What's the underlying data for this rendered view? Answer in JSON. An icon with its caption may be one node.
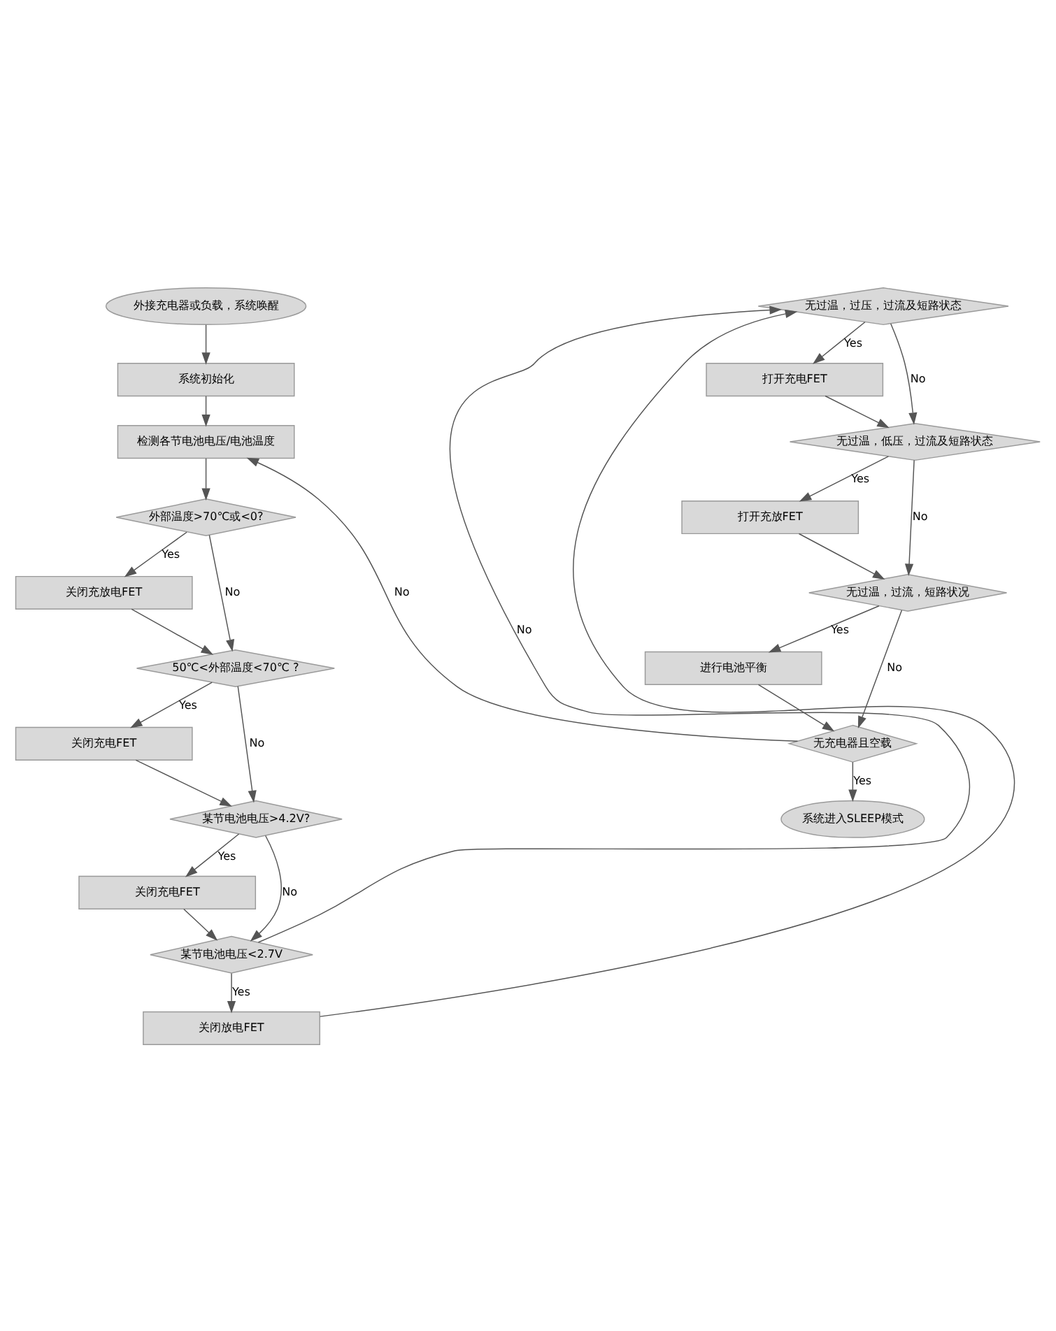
{
  "diagram": {
    "nodes": [
      {
        "text": [
          "外接充电器或负载，系统唤醒"
        ]
      },
      {
        "text": [
          "系统初始化"
        ]
      },
      {
        "text": [
          "检测各节电池电压/电池温度"
        ]
      },
      {
        "text": [
          "外部温度>70℃或<0?"
        ]
      },
      {
        "text": [
          "关闭充放电FET"
        ]
      },
      {
        "text": [
          "50℃<外部温度<70℃ ?"
        ]
      },
      {
        "text": [
          "关闭充电FET"
        ]
      },
      {
        "text": [
          "某节电池电压>4.2V?"
        ]
      },
      {
        "text": [
          "关闭充电FET"
        ]
      },
      {
        "text": [
          "某节电池电压<2.7V"
        ]
      },
      {
        "text": [
          "关闭放电FET"
        ]
      },
      {
        "text": [
          "无过温，过压，过流及短路状态"
        ]
      },
      {
        "text": [
          "打开充电FET"
        ]
      },
      {
        "text": [
          "无过温，低压，过流及短路状态"
        ]
      },
      {
        "text": [
          "打开充放FET"
        ]
      },
      {
        "text": [
          "无过温，过流，短路状况"
        ]
      },
      {
        "text": [
          "进行电池平衡"
        ]
      },
      {
        "text": [
          "无充电器且空载"
        ]
      },
      {
        "text": [
          "系统进入SLEEP模式"
        ]
      }
    ],
    "edges": [
      {
        "from": 0,
        "to": 1,
        "arrow": "to"
      },
      {
        "from": 1,
        "to": 2,
        "arrow": "to"
      },
      {
        "from": 2,
        "to": 3,
        "arrow": "to"
      },
      {
        "from": 3,
        "to": 4,
        "arrow": "to",
        "label": "Yes"
      },
      {
        "from": 3,
        "to": 5,
        "arrow": "to",
        "label": "No"
      },
      {
        "from": 4,
        "to": 5,
        "arrow": "to"
      },
      {
        "from": 5,
        "to": 6,
        "arrow": "to",
        "label": "Yes"
      },
      {
        "from": 5,
        "to": 7,
        "arrow": "to",
        "label": "No"
      },
      {
        "from": 6,
        "to": 7,
        "arrow": "to"
      },
      {
        "from": 7,
        "to": 8,
        "arrow": "to",
        "label": "Yes"
      },
      {
        "from": 7,
        "to": 9,
        "arrow": "to",
        "label": "No"
      },
      {
        "from": 8,
        "to": 9,
        "arrow": "to"
      },
      {
        "from": 9,
        "to": 10,
        "arrow": "to",
        "label": "Yes"
      },
      {
        "from": 9,
        "to": 11,
        "arrow": "to",
        "label": "No"
      },
      {
        "from": 10,
        "to": 11,
        "arrow": "to"
      },
      {
        "from": 11,
        "to": 12,
        "arrow": "to",
        "label": "Yes"
      },
      {
        "from": 11,
        "to": 13,
        "arrow": "to",
        "label": "No"
      },
      {
        "from": 12,
        "to": 13,
        "arrow": "to"
      },
      {
        "from": 13,
        "to": 14,
        "arrow": "to",
        "label": "Yes"
      },
      {
        "from": 13,
        "to": 15,
        "arrow": "to",
        "label": "No"
      },
      {
        "from": 14,
        "to": 15,
        "arrow": "to"
      },
      {
        "from": 15,
        "to": 16,
        "arrow": "to",
        "label": "Yes"
      },
      {
        "from": 15,
        "to": 17,
        "arrow": "to",
        "label": "No"
      },
      {
        "from": 16,
        "to": 17,
        "arrow": "to"
      },
      {
        "from": 17,
        "to": 18,
        "arrow": "to",
        "label": "Yes"
      },
      {
        "from": 17,
        "to": 2,
        "arrow": "to",
        "label": "No"
      }
    ]
  }
}
